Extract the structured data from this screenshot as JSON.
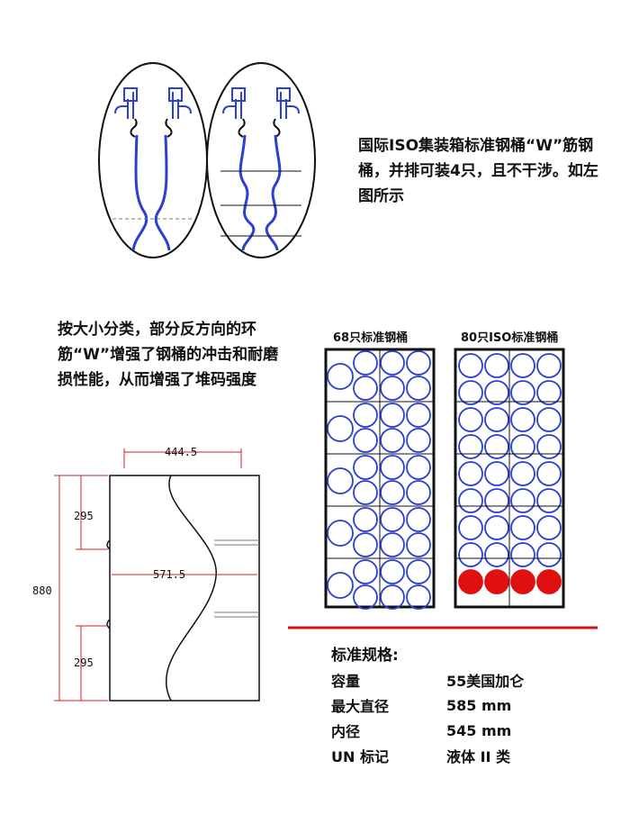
{
  "intro_text_1": "国际ISO集装箱标准钢桶“W”筋钢桶，并排可装4只，且不干涉。如左图所示",
  "intro_text_2": "按大小分类，部分反方向的环筋“W”增强了钢桶的冲击和耐磨损性能，从而增强了堆码强度",
  "container_caption_68": "68只标准钢桶",
  "container_caption_80": "80只ISO标准钢桶",
  "drum_dimensions": {
    "top_width": "444.5",
    "body_width": "571.5",
    "height": "880",
    "upper_segment": "295",
    "lower_segment": "295"
  },
  "specs": {
    "title": "标准规格:",
    "rows": [
      {
        "label": "容量",
        "value": "55美国加仑"
      },
      {
        "label": "最大直径",
        "value": "585 mm"
      },
      {
        "label": "内径",
        "value": "545 mm"
      },
      {
        "label": "UN 标记",
        "value": "液体 II 类"
      }
    ]
  },
  "colors": {
    "drum_outline": "#2b3fd0",
    "highlight_drum": "#e01010",
    "dimension_line": "#d02020",
    "separator": "#d01010"
  }
}
